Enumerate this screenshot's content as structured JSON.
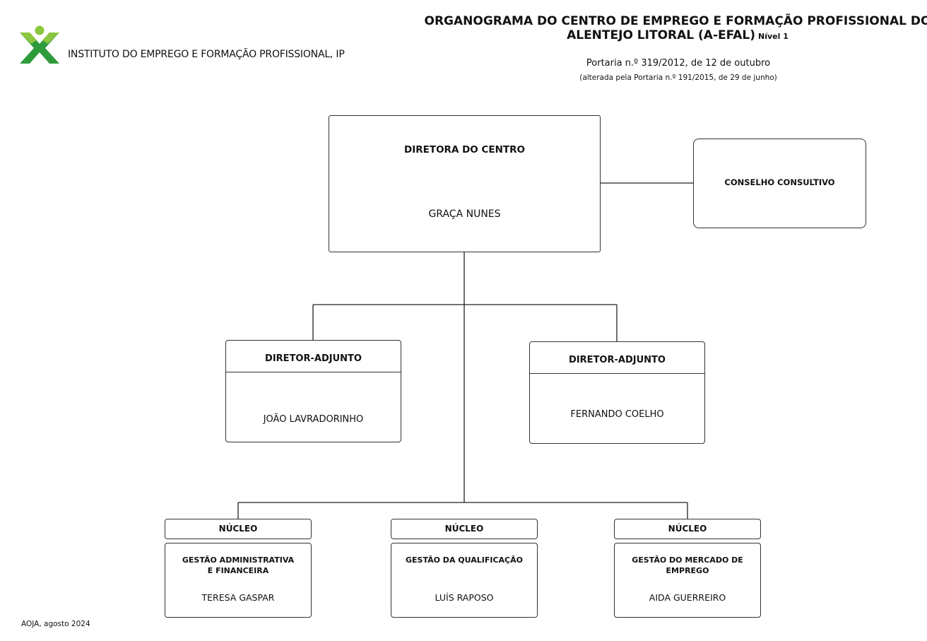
{
  "header": {
    "org_name": "INSTITUTO DO EMPREGO E FORMAÇÃO PROFISSIONAL, IP",
    "title_line1": "ORGANOGRAMA DO  CENTRO DE EMPREGO E FORMAÇÃO PROFISSIONAL DO",
    "title_line2": "ALENTEJO LITORAL (A-EFAL)",
    "level": "Nível 1",
    "portaria": "Portaria n.º 319/2012, de 12 de outubro",
    "portaria_note": "(alterada pela Portaria n.º 191/2015, de 29 de junho)"
  },
  "logo": {
    "icon": "iefp-logo-icon",
    "colors": [
      "#2e9b3b",
      "#8cc63f"
    ]
  },
  "diretora": {
    "role": "DIRETORA DO CENTRO",
    "name": "GRAÇA NUNES"
  },
  "conselho": {
    "role": "CONSELHO CONSULTIVO"
  },
  "adjuntos": [
    {
      "role": "DIRETOR-ADJUNTO",
      "name": "JOÃO LAVRADORINHO"
    },
    {
      "role": "DIRETOR-ADJUNTO",
      "name": "FERNANDO COELHO"
    }
  ],
  "nucleos": [
    {
      "head": "NÚCLEO",
      "unit_line1": "GESTÃO ADMINISTRATIVA",
      "unit_line2": "E FINANCEIRA",
      "name": "TERESA GASPAR"
    },
    {
      "head": "NÚCLEO",
      "unit_line1": "GESTÃO DA QUALIFICAÇÃO",
      "unit_line2": "",
      "name": "LUÍS RAPOSO"
    },
    {
      "head": "NÚCLEO",
      "unit_line1": "GESTÃO DO MERCADO DE EMPREGO",
      "unit_line2": "",
      "name": "AIDA GUERREIRO"
    }
  ],
  "footer": {
    "text": "AOJA, agosto 2024"
  }
}
